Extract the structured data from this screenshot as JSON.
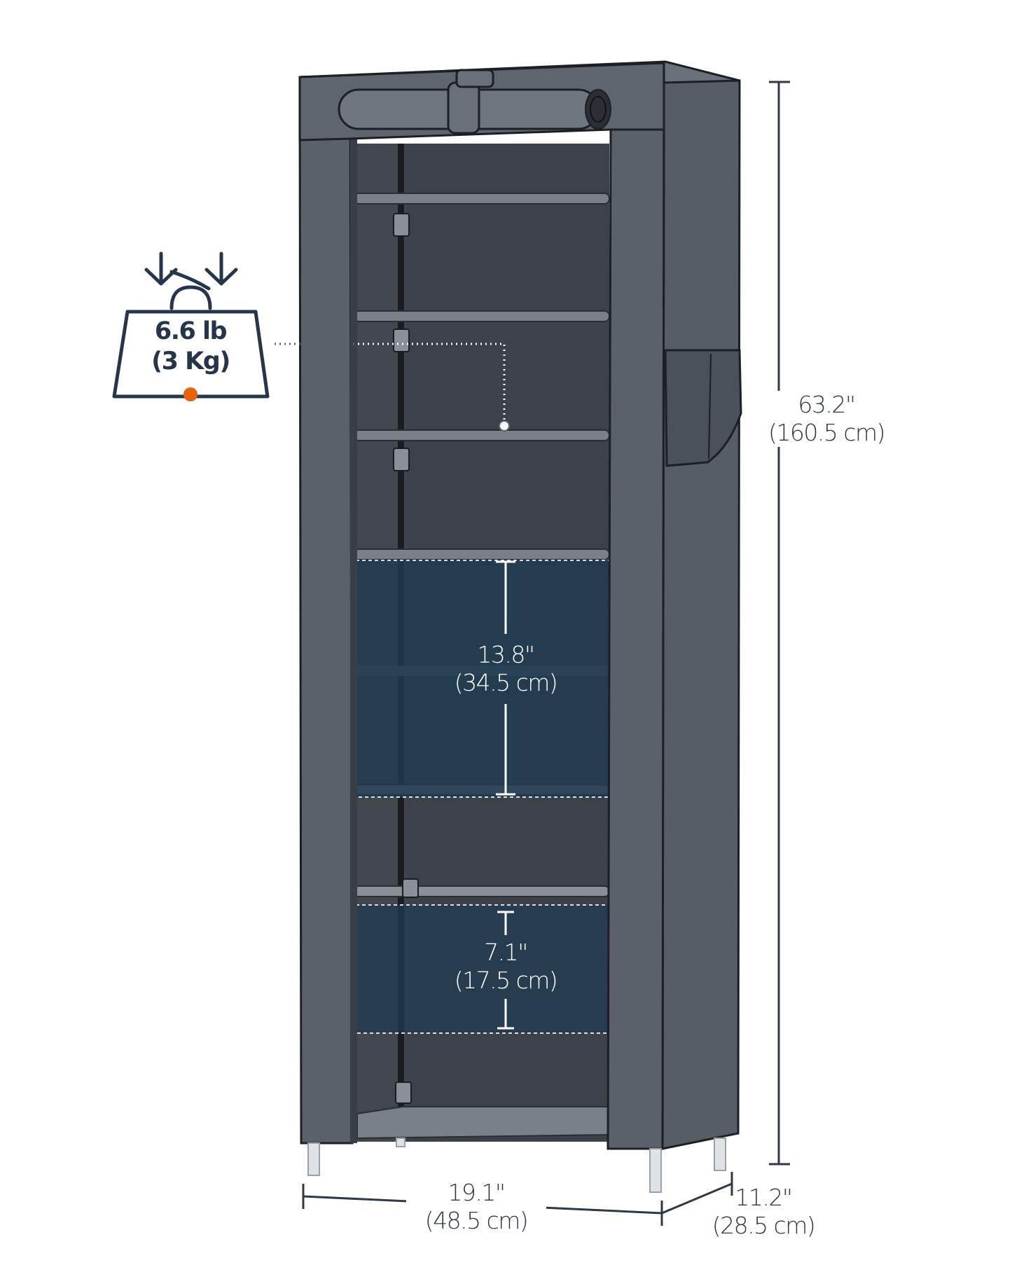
{
  "weight": {
    "line1": "6.6 lb",
    "line2": "(3 Kg)"
  },
  "height_total": {
    "line1": "63.2\"",
    "line2": "(160.5 cm)"
  },
  "gap_large": {
    "line1": "13.8\"",
    "line2": "(34.5 cm)"
  },
  "gap_small": {
    "line1": "7.1\"",
    "line2": "(17.5 cm)"
  },
  "width": {
    "line1": "19.1\"",
    "line2": "(48.5 cm)"
  },
  "depth": {
    "line1": "11.2\"",
    "line2": "(28.5 cm)"
  },
  "colors": {
    "fabric": "#5b616a",
    "fabric_dark": "#3f454d",
    "interior": "#43484f",
    "highlight": "#1f3a52",
    "text": "#2f3946",
    "accent": "#e8620c"
  },
  "icons": {
    "weight": "weight-bag-icon",
    "arrows": "down-arrow-icon"
  }
}
